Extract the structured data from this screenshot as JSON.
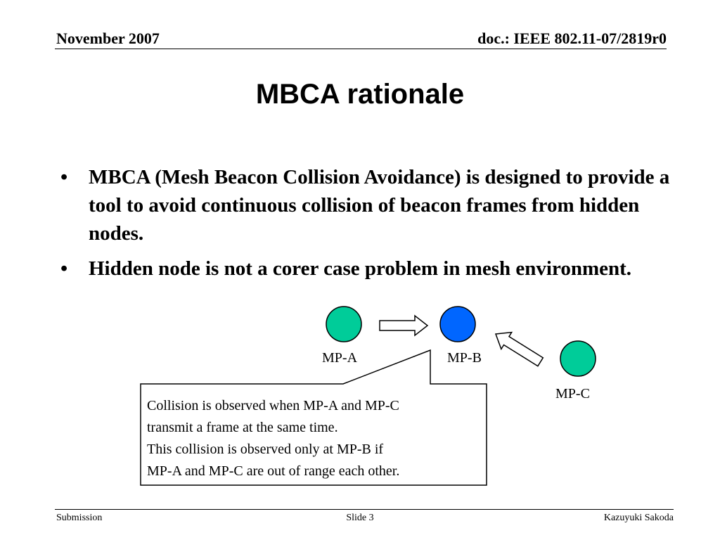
{
  "header": {
    "date": "November 2007",
    "doc_id": "doc.: IEEE 802.11-07/2819r0"
  },
  "title": "MBCA rationale",
  "bullets": [
    "MBCA (Mesh Beacon Collision Avoidance) is designed to provide a tool to avoid continuous collision of beacon frames from hidden nodes.",
    "Hidden node is not a corer case problem in mesh environment."
  ],
  "diagram": {
    "nodes": [
      {
        "label": "MP-A",
        "color": "#00cc99"
      },
      {
        "label": "MP-B",
        "color": "#0066ff"
      },
      {
        "label": "MP-C",
        "color": "#00cc99"
      }
    ],
    "callout_lines": [
      "Collision is observed when MP-A and MP-C",
      "transmit a frame at the same time.",
      "This collision is observed only at MP-B if",
      "MP-A and MP-C are out of range each other."
    ]
  },
  "footer": {
    "left": "Submission",
    "center": "Slide 3",
    "right": "Kazuyuki Sakoda"
  }
}
